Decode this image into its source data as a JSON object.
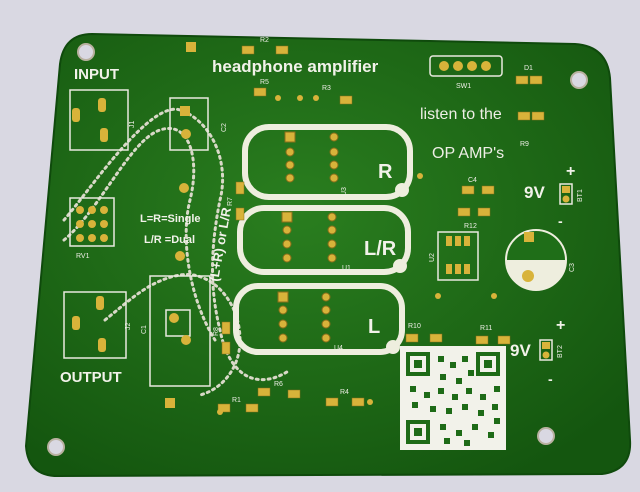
{
  "board": {
    "title": "headphone amplifier",
    "tagline_line1": "listen to the",
    "tagline_line2": "OP AMP's",
    "input_label": "INPUT",
    "output_label": "OUTPUT",
    "channel_r": "R",
    "channel_lr": "L/R",
    "channel_l": "L",
    "mode_single": "L=R=Single",
    "mode_dual": "L/R =Dual",
    "mode_vertical_1": "(L+R) or L/R",
    "battery_top": "9V",
    "battery_bottom": "9V",
    "plus": "+",
    "minus": "-"
  },
  "refdes": {
    "j1": "J1",
    "j2": "J2",
    "rv1": "RV1",
    "c1": "C1",
    "c2": "C2",
    "c3": "C3",
    "c4": "C4",
    "r1": "R1",
    "r2": "R2",
    "r3": "R3",
    "r4": "R4",
    "r5": "R5",
    "r6": "R6",
    "r7": "R7",
    "r8": "R8",
    "r9": "R9",
    "r10": "R10",
    "r11": "R11",
    "r12": "R12",
    "u1": "U1",
    "u2": "U2",
    "u3": "U3",
    "u4": "U4",
    "d1": "D1",
    "sw1": "SW1",
    "bt1": "BT1",
    "bt2": "BT2"
  },
  "colors": {
    "background": "#d9d8e2",
    "board_green": "#1e6b17",
    "silkscreen": "#f2f2ea",
    "pad_gold": "#d8b33a"
  }
}
